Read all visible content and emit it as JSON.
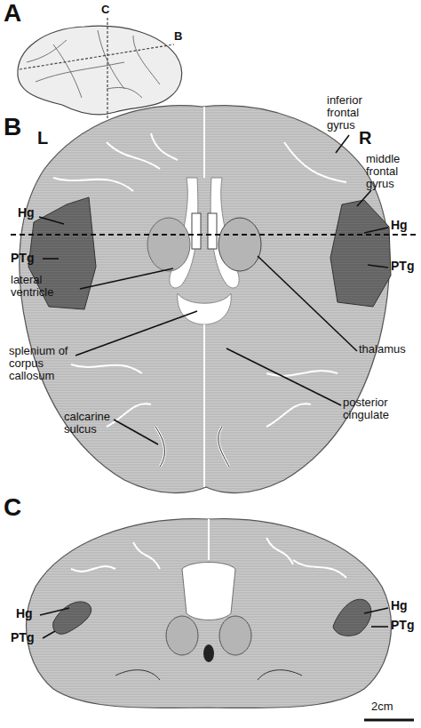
{
  "diagram": {
    "labels": [
      "A",
      "C",
      "B",
      "B",
      "L",
      "R",
      "inferior frontal gyrus",
      "middle frontal gyrus",
      "Hg",
      "PTg",
      "Hg",
      "PTg",
      "lateral ventricle",
      "thalamus",
      "splenium of corpus callosum",
      "posterior cingulate",
      "calcarine sulcus",
      "C",
      "Hg",
      "PTg",
      "Hg",
      "PTg",
      "2cm"
    ]
  }
}
